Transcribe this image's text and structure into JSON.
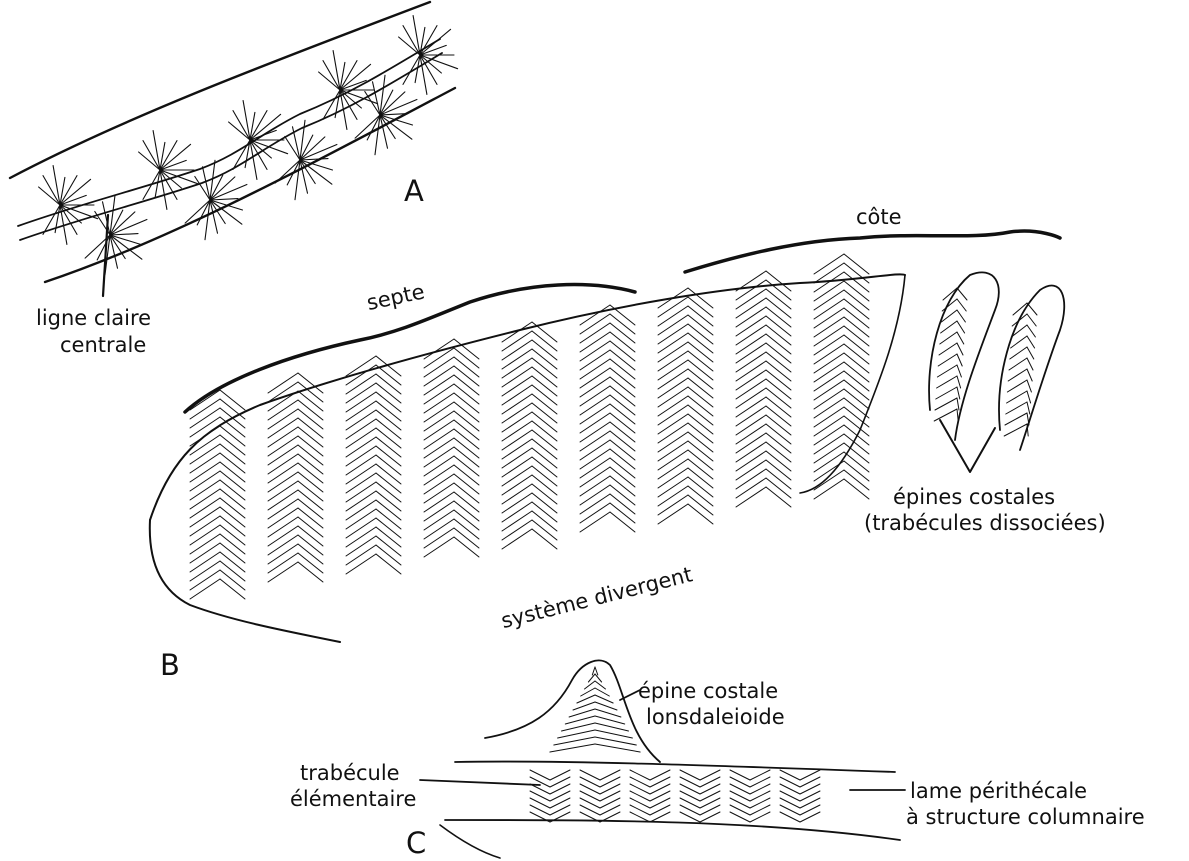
{
  "panels": {
    "a": {
      "letter": "A"
    },
    "b": {
      "letter": "B"
    },
    "c": {
      "letter": "C"
    }
  },
  "labels": {
    "ligne_claire_line1": "ligne claire",
    "ligne_claire_line2": "centrale",
    "septe": "septe",
    "cote": "côte",
    "epines_costales_line1": "épines costales",
    "epines_costales_line2": "(trabécules dissociées)",
    "systeme_divergent": "système divergent",
    "epine_costale_line1": "épine costale",
    "epine_costale_line2": "lonsdaleioide",
    "trabecule_line1": "trabécule",
    "trabecule_line2": "élémentaire",
    "lame_line1": "lame périthécale",
    "lame_line2": "à structure columnaire"
  },
  "colors": {
    "ink": "#111111",
    "paper": "#ffffff"
  }
}
